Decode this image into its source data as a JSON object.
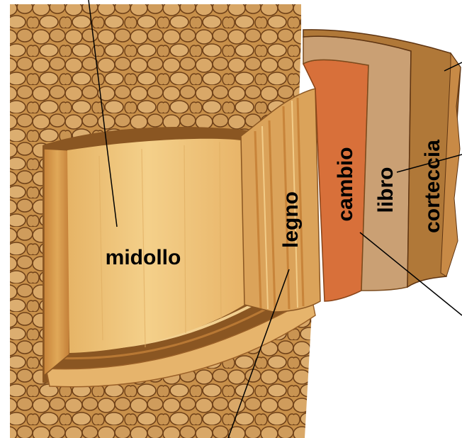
{
  "labels": {
    "midollo": "midollo",
    "legno": "legno",
    "cambio": "cambio",
    "libro": "libro",
    "corteccia": "corteccia"
  },
  "colors": {
    "bark": "#c8904a",
    "bark_dark": "#7a4a1c",
    "pith": "#f0c878",
    "wood": "#e0a050",
    "cambium": "#d8703a",
    "phloem": "#c89a70",
    "cortex": "#b07838",
    "line": "#000000"
  }
}
